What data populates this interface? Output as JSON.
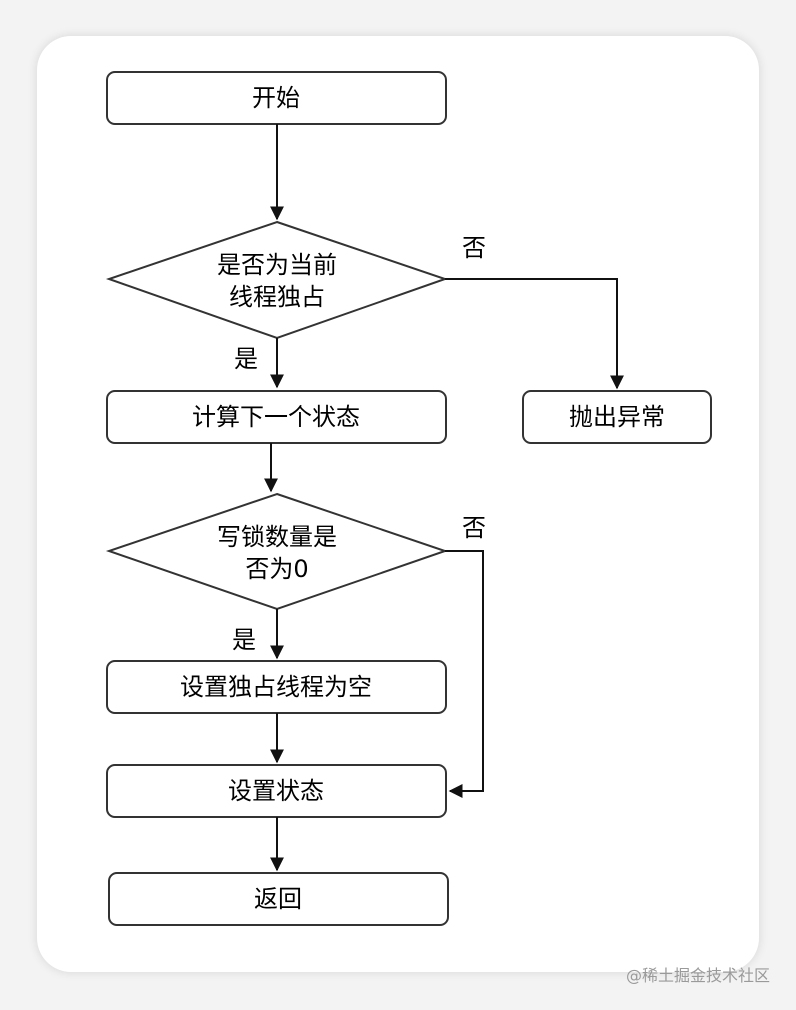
{
  "nodes": {
    "start": "开始",
    "check_owner_line1": "是否为当前",
    "check_owner_line2": "线程独占",
    "compute_state": "计算下一个状态",
    "throw_exception": "抛出异常",
    "check_write_lock_line1": "写锁数量是",
    "check_write_lock_line2": "否为0",
    "clear_owner": "设置独占线程为空",
    "set_state": "设置状态",
    "return": "返回"
  },
  "edges": {
    "owner_no": "否",
    "owner_yes": "是",
    "lock_no": "否",
    "lock_yes": "是"
  },
  "watermark": "@稀土掘金技术社区"
}
